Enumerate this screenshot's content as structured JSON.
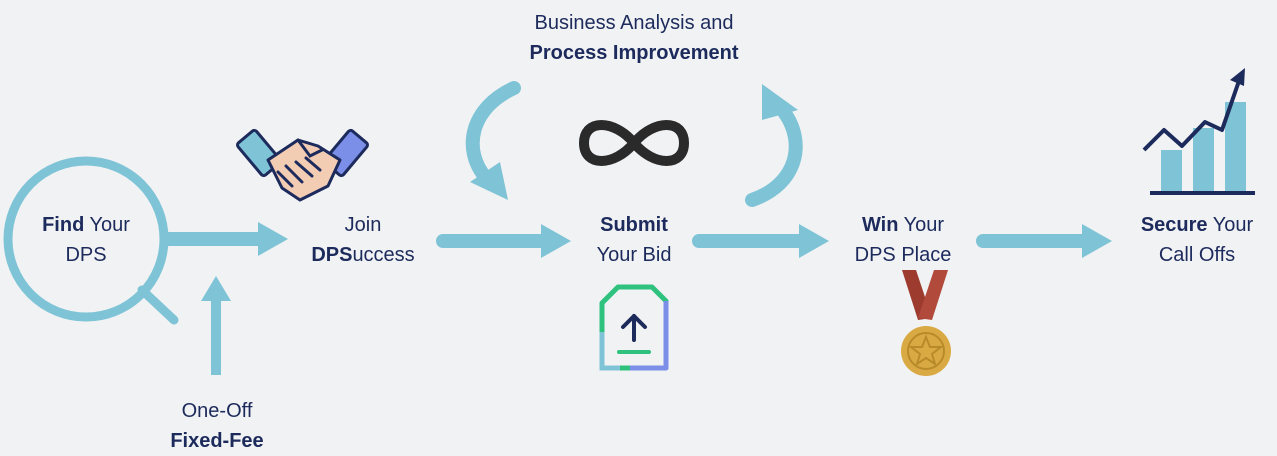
{
  "steps": {
    "find": {
      "bold": "Find",
      "rest": " Your",
      "line2": "DPS"
    },
    "join": {
      "line1": "Join",
      "bold2": "DPS",
      "rest2": "uccess"
    },
    "submit": {
      "bold": "Submit",
      "line2": "Your Bid"
    },
    "win": {
      "bold": "Win",
      "rest": " Your",
      "line2": "DPS Place"
    },
    "secure": {
      "bold": "Secure",
      "rest": " Your",
      "line2": "Call Offs"
    }
  },
  "top_label": {
    "line1": "Business Analysis and",
    "bold2": "Process Improvement"
  },
  "bottom_label": {
    "line1": "One-Off",
    "bold2": "Fixed-Fee"
  },
  "icons": [
    "search-icon",
    "handshake-icon",
    "infinity-icon",
    "document-upload-icon",
    "medal-icon",
    "growth-chart-icon"
  ],
  "colors": {
    "accent": "#7ec4d6",
    "text": "#1c2a5c",
    "background": "#f1f2f4",
    "medal_ribbon": "#9c3b2e",
    "medal_gold": "#d9a943"
  }
}
